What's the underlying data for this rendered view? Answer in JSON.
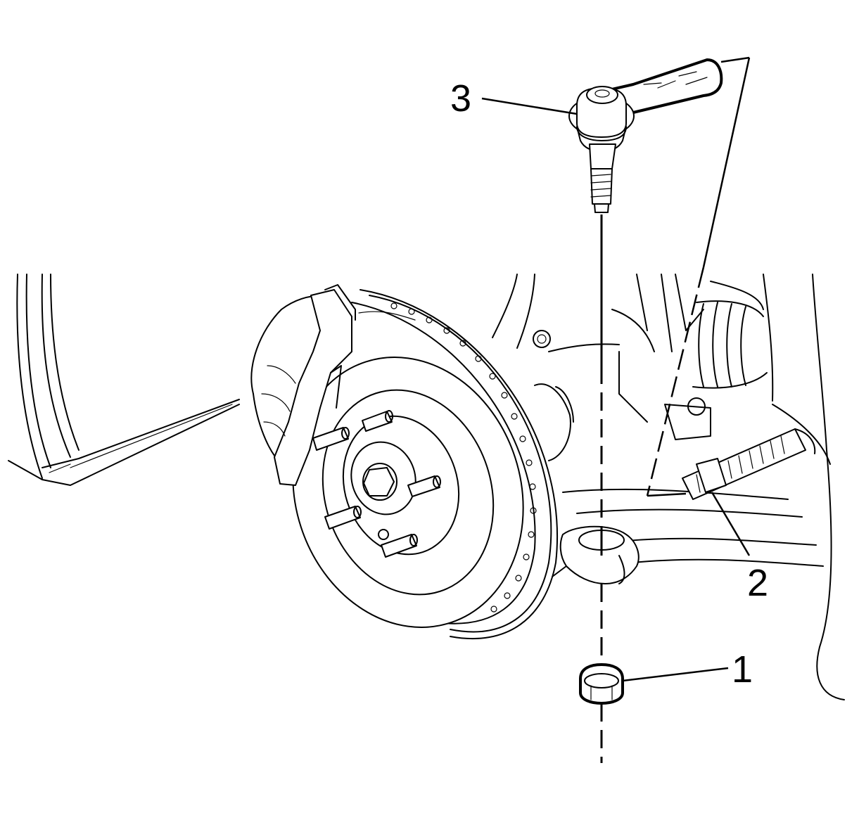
{
  "diagram": {
    "callouts": [
      {
        "id": "1",
        "label": "1",
        "part": "nut"
      },
      {
        "id": "2",
        "label": "2",
        "part": "inner-tie-rod"
      },
      {
        "id": "3",
        "label": "3",
        "part": "outer-tie-rod-end"
      }
    ]
  }
}
